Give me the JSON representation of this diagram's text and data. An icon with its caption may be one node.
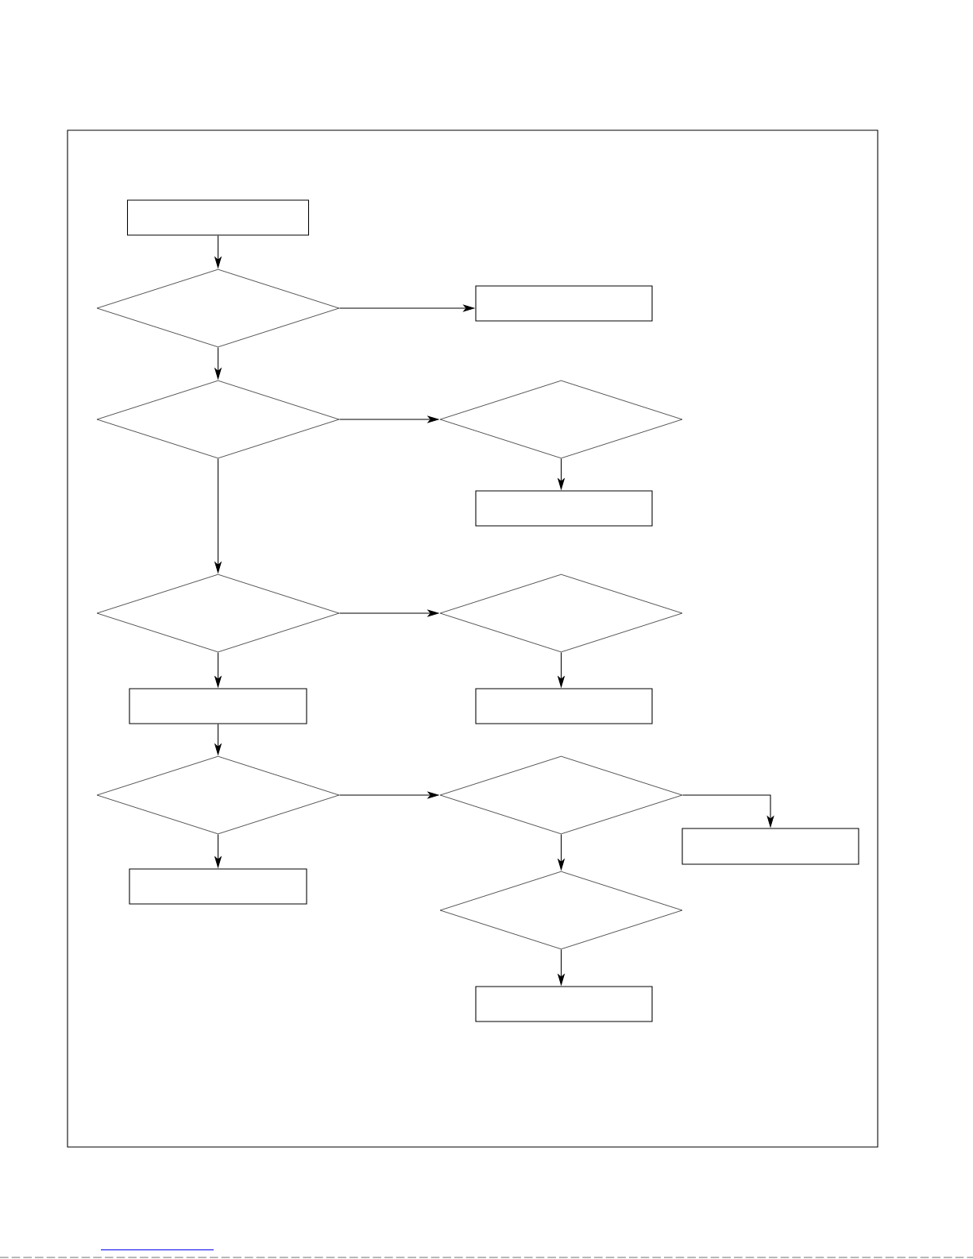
{
  "diagram": {
    "nodes": [
      {
        "text": [],
        "shape": "box"
      },
      {
        "text": [],
        "shape": "diamond"
      },
      {
        "text": [],
        "shape": "box"
      },
      {
        "text": [],
        "shape": "diamond"
      },
      {
        "text": [],
        "shape": "diamond"
      },
      {
        "text": [],
        "shape": "box"
      },
      {
        "text": [],
        "shape": "diamond"
      },
      {
        "text": [],
        "shape": "diamond"
      },
      {
        "text": [],
        "shape": "box"
      },
      {
        "text": [],
        "shape": "box"
      },
      {
        "text": [],
        "shape": "diamond"
      },
      {
        "text": [],
        "shape": "diamond"
      },
      {
        "text": [],
        "shape": "box"
      },
      {
        "text": [],
        "shape": "box"
      },
      {
        "text": [],
        "shape": "diamond"
      },
      {
        "text": [],
        "shape": "box"
      }
    ],
    "edges": [
      {
        "from": 0,
        "to": 1,
        "arrow": "to"
      },
      {
        "from": 1,
        "to": 2,
        "arrow": "to"
      },
      {
        "from": 1,
        "to": 3,
        "arrow": "to"
      },
      {
        "from": 3,
        "to": 4,
        "arrow": "to"
      },
      {
        "from": 4,
        "to": 5,
        "arrow": "to"
      },
      {
        "from": 3,
        "to": 6,
        "arrow": "to"
      },
      {
        "from": 6,
        "to": 7,
        "arrow": "to"
      },
      {
        "from": 7,
        "to": 9,
        "arrow": "to"
      },
      {
        "from": 6,
        "to": 8,
        "arrow": "to"
      },
      {
        "from": 8,
        "to": 10,
        "arrow": "to"
      },
      {
        "from": 10,
        "to": 11,
        "arrow": "to"
      },
      {
        "from": 10,
        "to": 13,
        "arrow": "to"
      },
      {
        "from": 11,
        "to": 12,
        "arrow": "to"
      },
      {
        "from": 11,
        "to": 14,
        "arrow": "to"
      },
      {
        "from": 14,
        "to": 15,
        "arrow": "to"
      }
    ]
  }
}
